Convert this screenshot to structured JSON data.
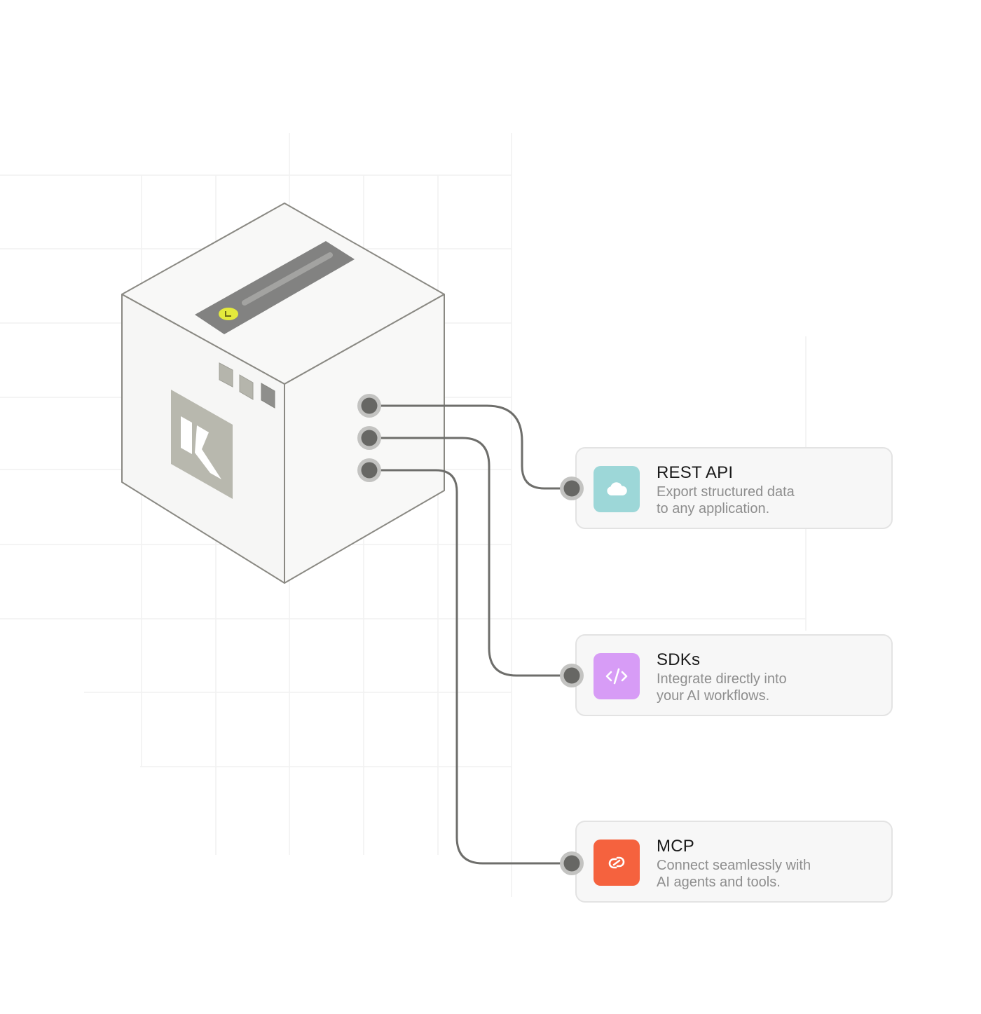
{
  "logo": {
    "letter": "K"
  },
  "outputs": [
    {
      "title": "REST API",
      "desc_line1": "Export structured data",
      "desc_line2": "to any application.",
      "icon": "cloud-icon",
      "color": "#9dd7d8"
    },
    {
      "title": "SDKs",
      "desc_line1": "Integrate directly into",
      "desc_line2": "your AI workflows.",
      "icon": "code-icon",
      "color": "#d79cf6"
    },
    {
      "title": "MCP",
      "desc_line1": "Connect seamlessly with",
      "desc_line2": "AI agents and tools.",
      "icon": "link-icon",
      "color": "#f5623e"
    }
  ],
  "colors": {
    "cube_face": "#f8f8f7",
    "cube_edge": "#8a8983",
    "wire": "#6e6e6b",
    "status_light": "#e4ea3c"
  }
}
